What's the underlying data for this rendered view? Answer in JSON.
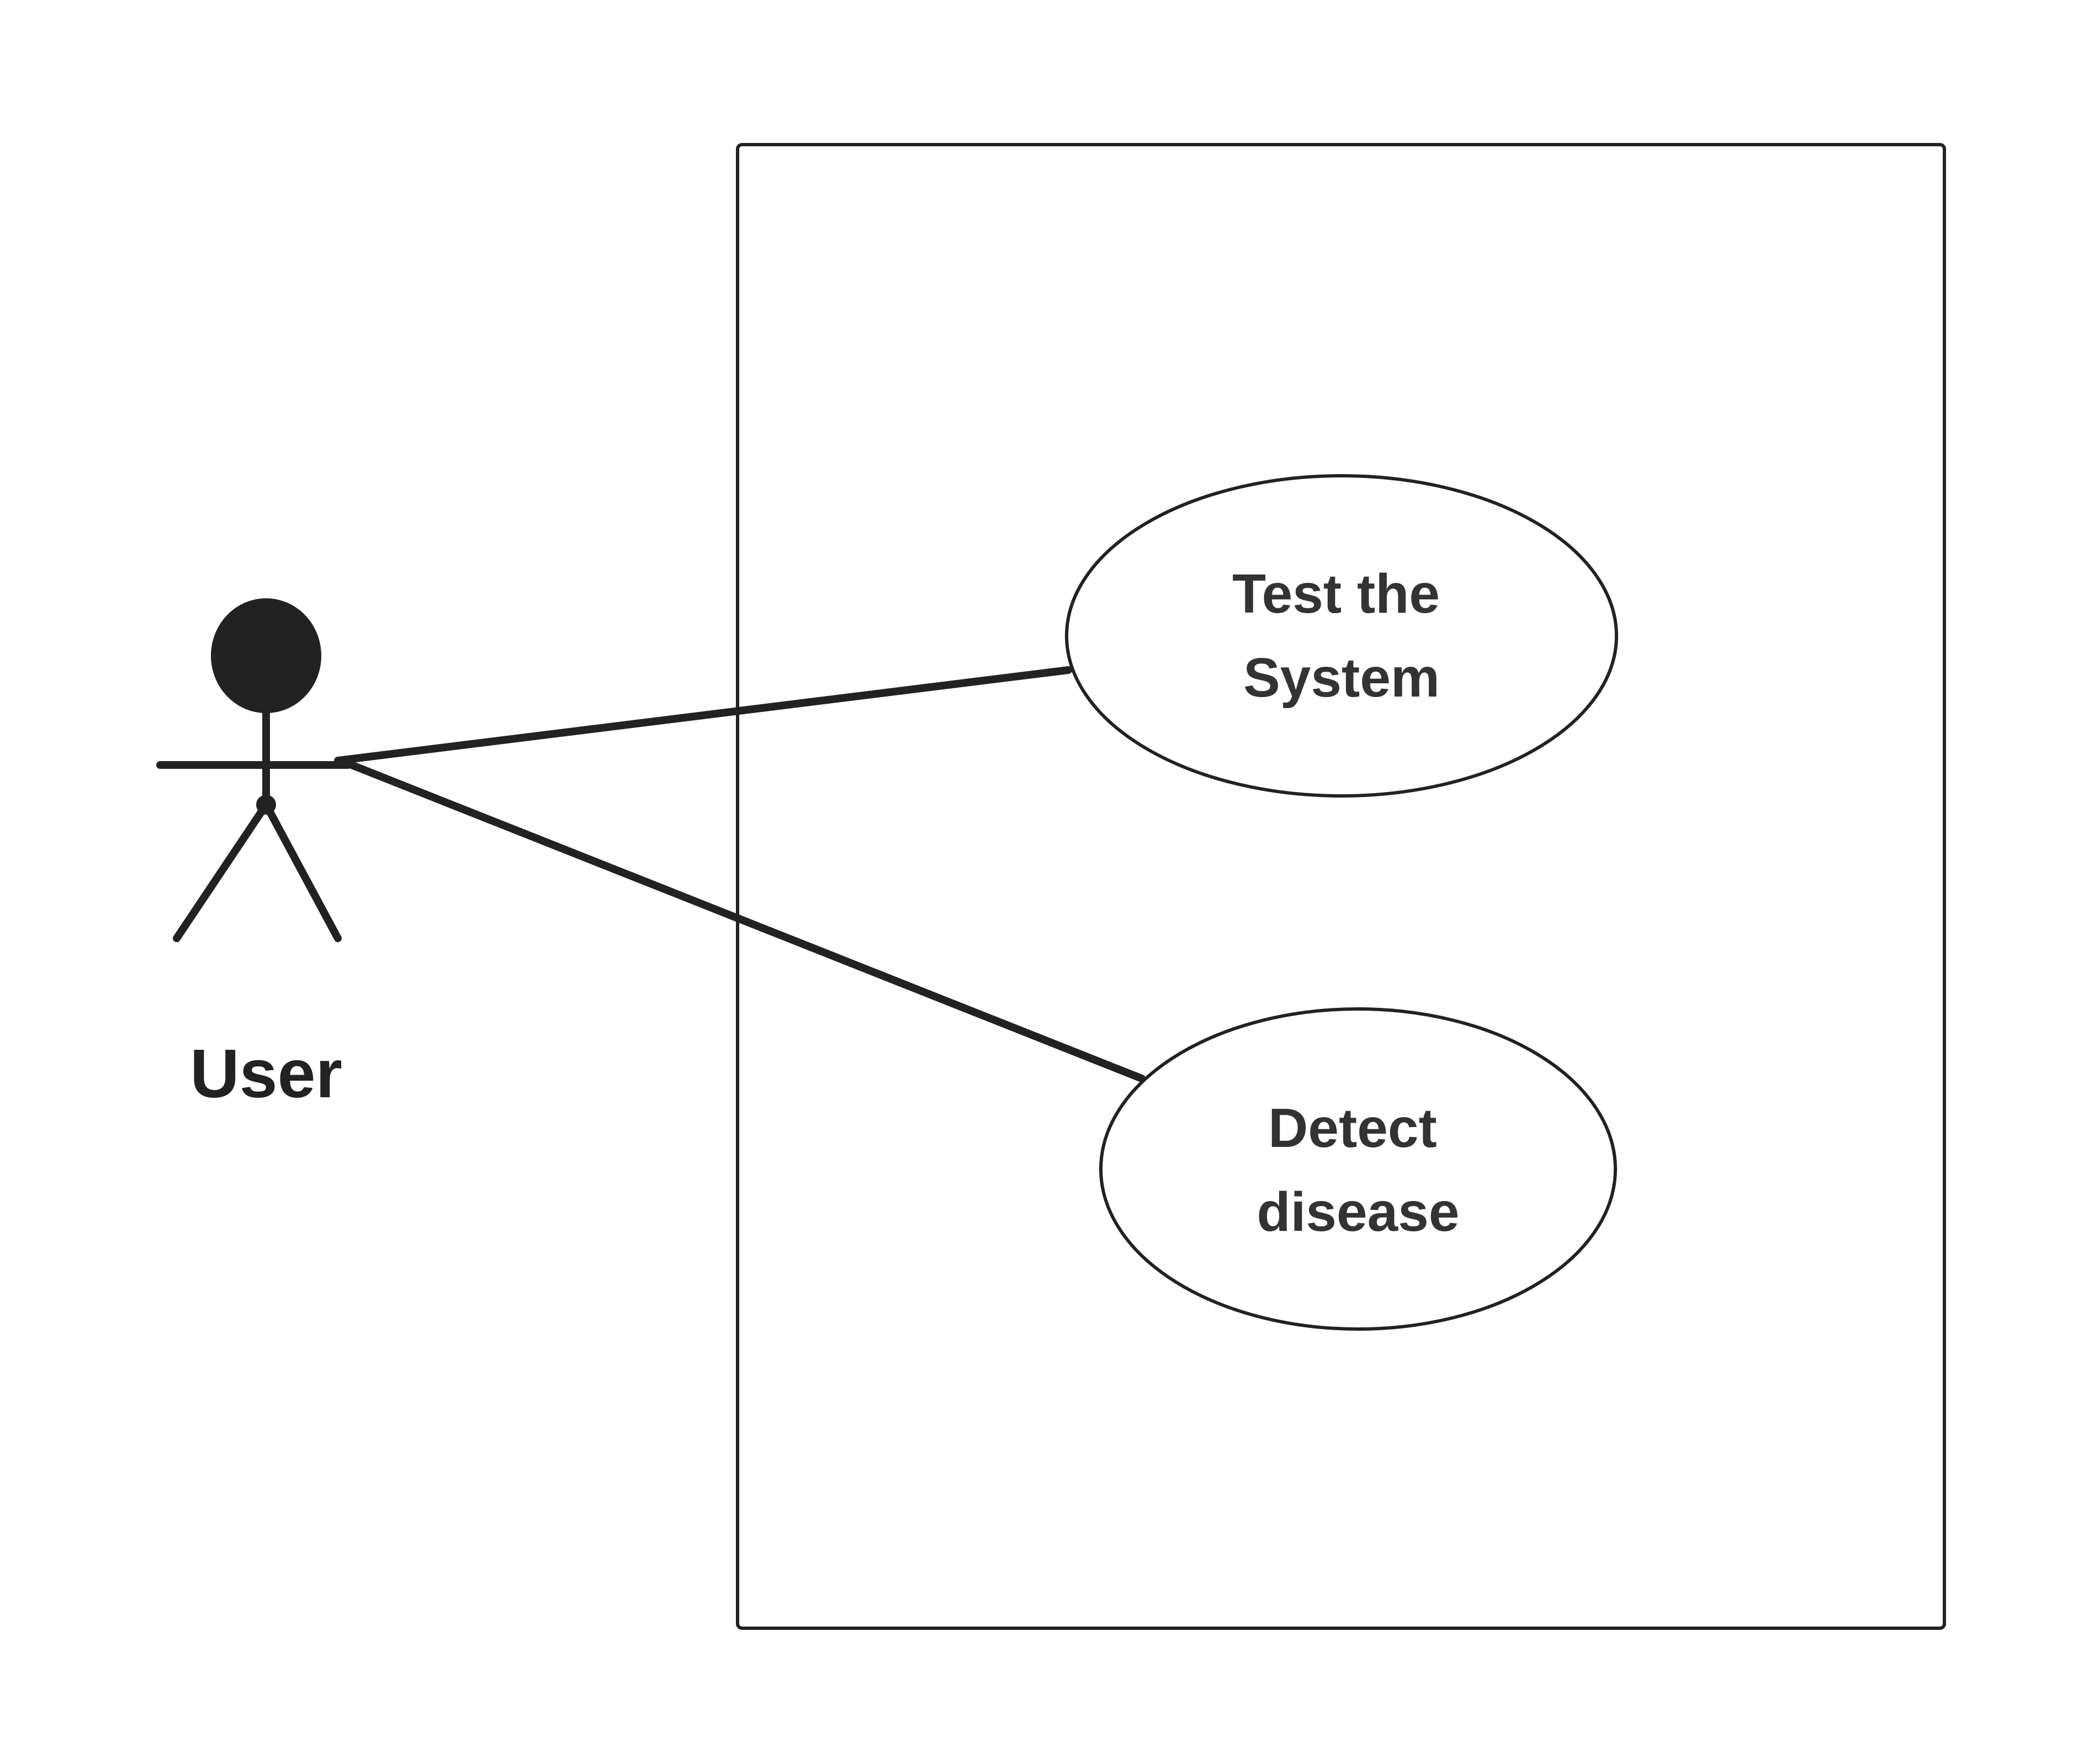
{
  "actor": {
    "name": "User"
  },
  "use_cases": [
    {
      "line1": "Test the",
      "line2": "System"
    },
    {
      "line1": "Detect",
      "line2": "disease"
    }
  ],
  "colors": {
    "stroke": "#222222",
    "text": "#333333",
    "background": "#ffffff"
  }
}
